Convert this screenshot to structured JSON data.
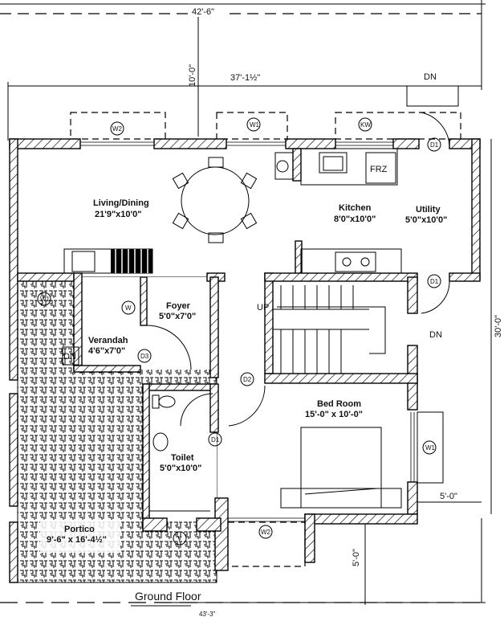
{
  "title": "Ground Floor",
  "dimensions": {
    "top_overall": "42'-6\"",
    "setback_top": "10'-0\"",
    "house_width": "37'-1½\"",
    "house_depth": "30'-0\"",
    "right_offset": "5'-0\"",
    "bottom_setback": "5'-0\"",
    "bottom_overall": "43'-3\""
  },
  "rooms": {
    "living": {
      "name": "Living/Dining",
      "size": "21'9\"x10'0\""
    },
    "kitchen": {
      "name": "Kitchen",
      "size": "8'0\"x10'0\""
    },
    "utility": {
      "name": "Utility",
      "size": "5'0\"x10'0\""
    },
    "foyer": {
      "name": "Foyer",
      "size": "5'0\"x7'0\""
    },
    "verandah": {
      "name": "Verandah",
      "size": "4'6\"x7'0\""
    },
    "bedroom": {
      "name": "Bed Room",
      "size": "15'-0\" x 10'-0\""
    },
    "toilet": {
      "name": "Toilet",
      "size": "5'0\"x10'0\""
    },
    "portico": {
      "name": "Portico",
      "size": "9'-6\" x 16'-4½\""
    }
  },
  "tags": {
    "w2": "W2",
    "w1": "W1",
    "kw": "KW",
    "d1": "D1",
    "d2": "D2",
    "d3": "D3",
    "w": "W",
    "v": "V",
    "frz": "FRZ",
    "up": "UP",
    "dn": "DN"
  }
}
